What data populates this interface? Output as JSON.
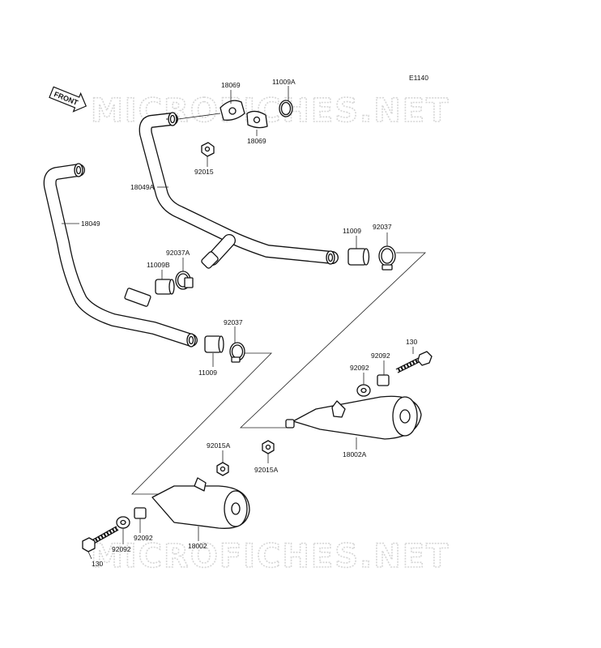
{
  "diagram_code": "E1140",
  "front_arrow_label": "FRONT",
  "watermark_text": "MICROFICHES.NET",
  "labels": {
    "p18069_top": "18069",
    "p11009A": "11009A",
    "p18069_bottom": "18069",
    "p92015": "92015",
    "p18049A": "18049A",
    "p18049": "18049",
    "p11009_right": "11009",
    "p92037_right": "92037",
    "p92037A": "92037A",
    "p11009B": "11009B",
    "p92037_mid": "92037",
    "p11009_mid": "11009",
    "p130_right": "130",
    "p92092_right_a": "92092",
    "p92092_right_b": "92092",
    "p18002A": "18002A",
    "p92015A_right": "92015A",
    "p92015A_left": "92015A",
    "p18002": "18002",
    "p92092_left_a": "92092",
    "p92092_left_b": "92092",
    "p130_left": "130"
  },
  "colors": {
    "line": "#111111",
    "watermark": "#d6d6d6",
    "background": "#ffffff"
  }
}
